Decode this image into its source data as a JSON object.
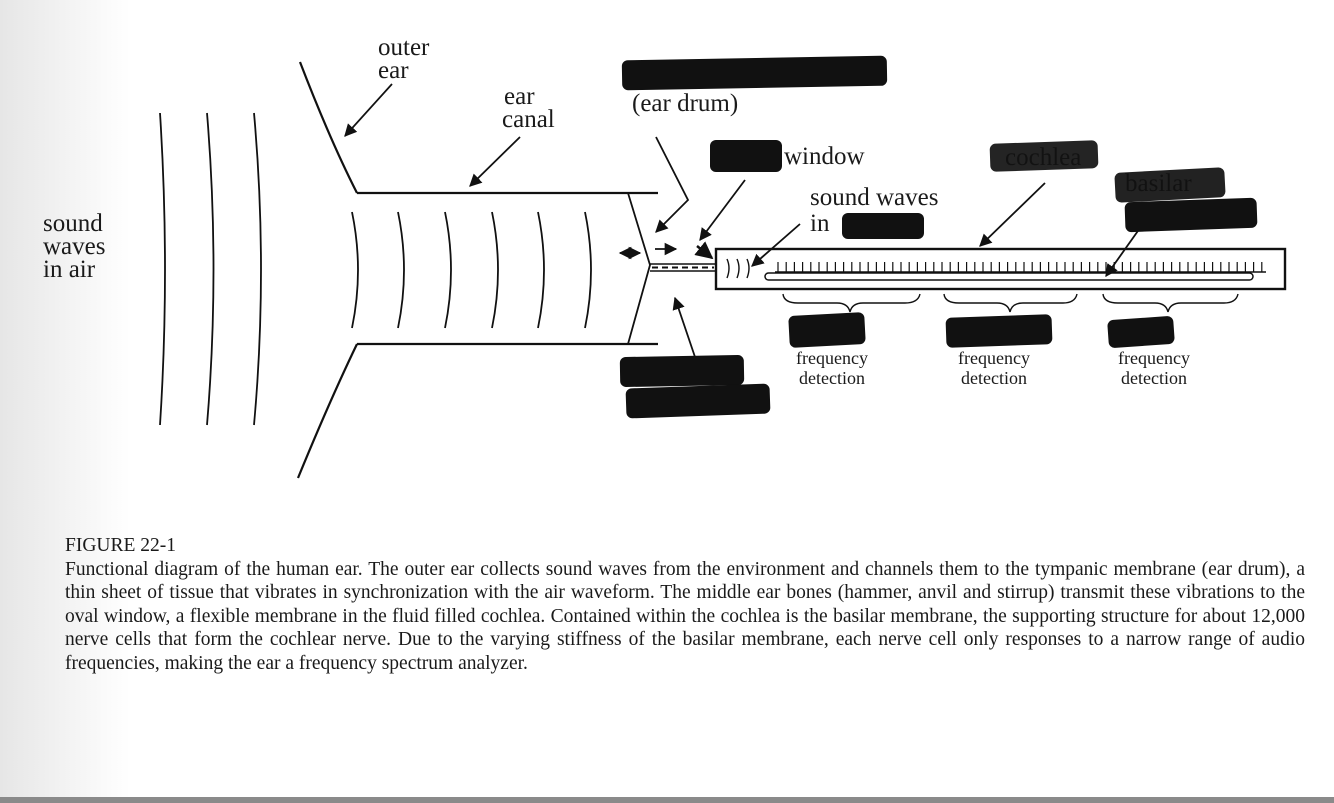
{
  "labels": {
    "outer_ear": [
      "outer",
      "ear"
    ],
    "ear_canal": [
      "ear",
      "canal"
    ],
    "ear_drum": "(ear drum)",
    "window": "window",
    "cochlea_fragment": "cochlea",
    "sound_waves_air": [
      "sound",
      "waves",
      "in air"
    ],
    "sound_waves_fluid": "sound waves",
    "in_fragment": "in",
    "basilar_fragment": "basilar",
    "frequency_groups": [
      {
        "line1": "frequency",
        "line2": "detection"
      },
      {
        "line1": "frequency",
        "line2": "detection"
      },
      {
        "line1": "frequency",
        "line2": "detection"
      }
    ]
  },
  "caption": {
    "figure_number": "FIGURE 22-1",
    "text": "Functional diagram of the human ear.  The outer ear collects sound waves from the environment and channels them to the tympanic membrane (ear drum), a thin sheet of tissue that vibrates in synchronization with the air waveform.  The middle ear bones (hammer, anvil and stirrup) transmit these vibrations to the oval window, a flexible membrane in the fluid filled cochlea.  Contained within the cochlea is the basilar membrane, the supporting structure for about 12,000 nerve cells that form the cochlear nerve.  Due to the varying stiffness of the basilar membrane, each nerve cell only responses to a narrow range of audio frequencies, making the ear a frequency spectrum analyzer."
  },
  "colors": {
    "ink": "#111111",
    "redaction": "#111111"
  }
}
